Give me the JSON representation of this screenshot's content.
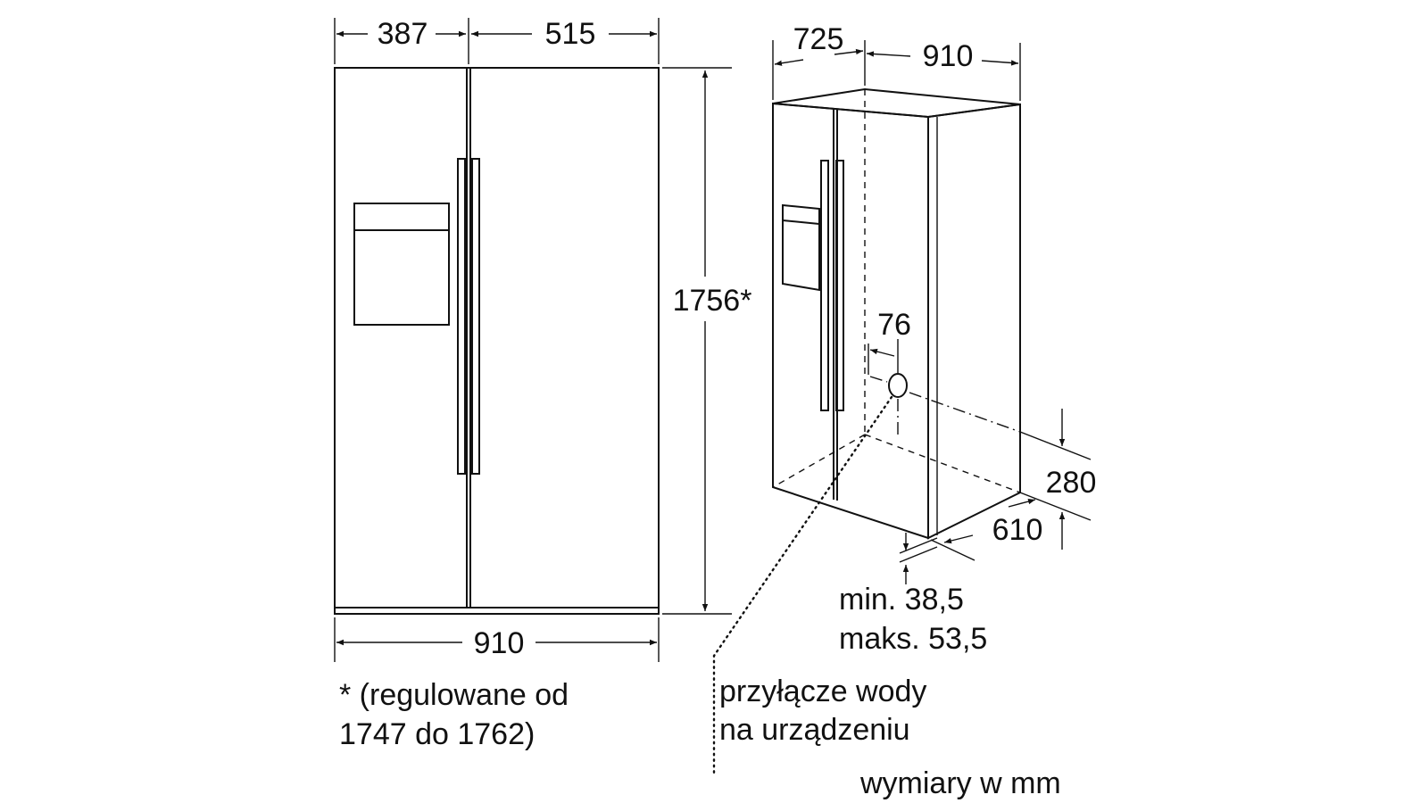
{
  "front_view": {
    "width_left_door": "387",
    "width_right_door": "515",
    "height": "1756*",
    "total_width": "910"
  },
  "iso_view": {
    "depth": "725",
    "width": "910",
    "water_offset": "76",
    "water_height": "280",
    "water_depth": "610",
    "gap_min": "min. 38,5",
    "gap_max": "maks. 53,5",
    "water_note_line1": "przyłącze wody",
    "water_note_line2": "na urządzeniu"
  },
  "footnote": {
    "line1": "* (regulowane od",
    "line2": "1747 do 1762)"
  },
  "units_note": "wymiary w mm"
}
